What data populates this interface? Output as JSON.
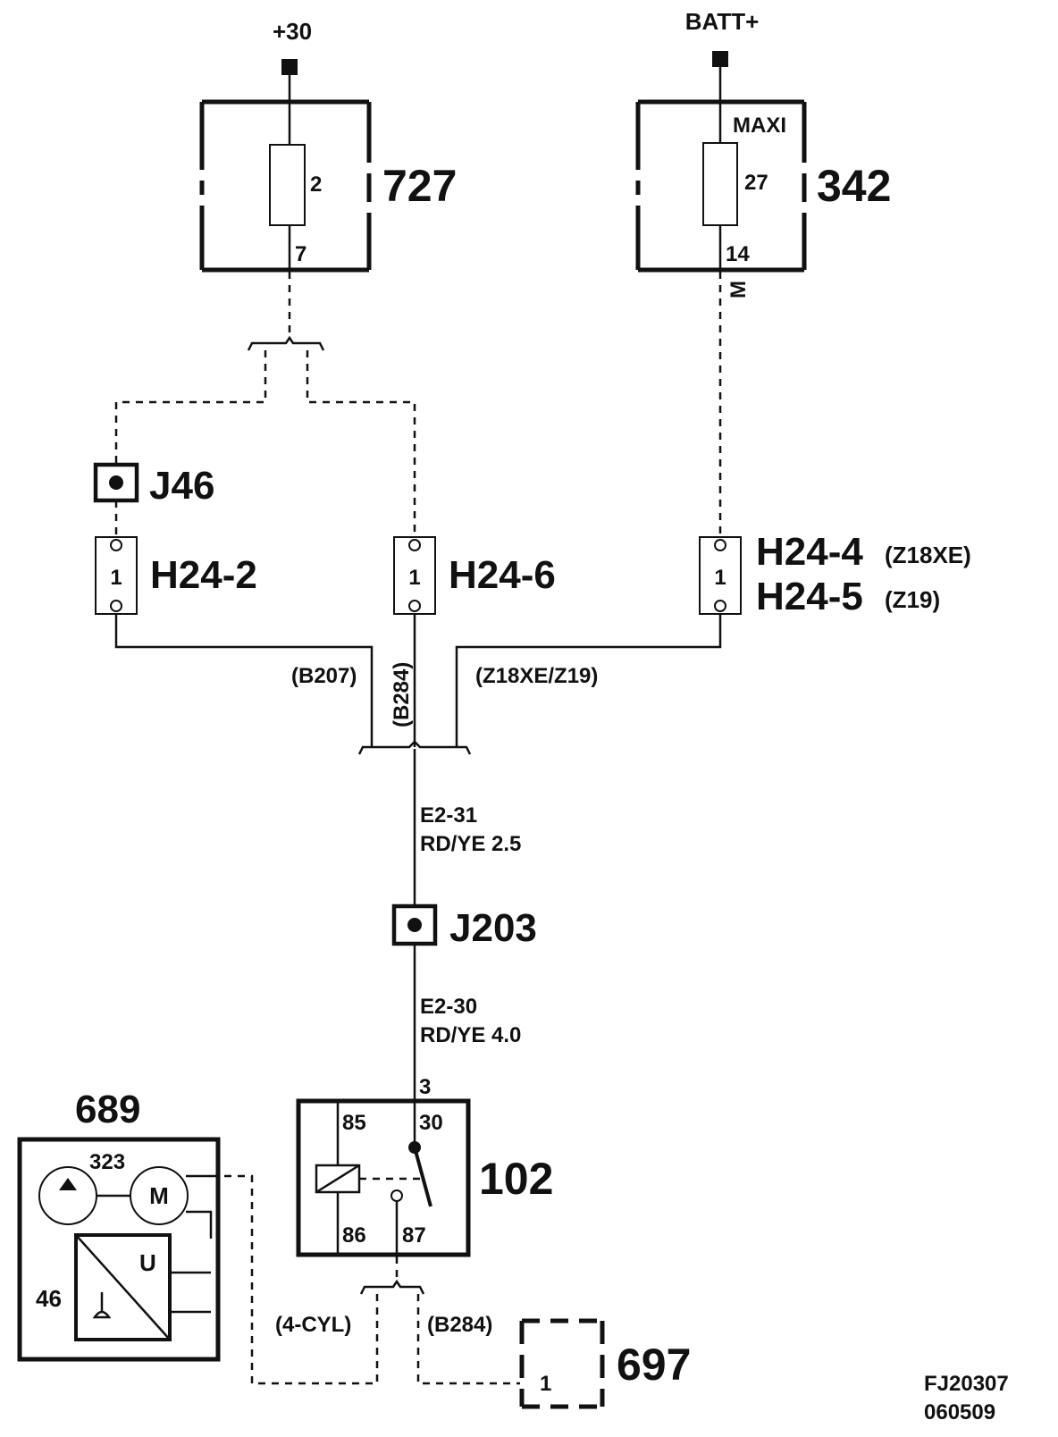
{
  "supplies": {
    "plus30": "+30",
    "batt": "BATT+"
  },
  "fuse_box_727": {
    "id": "727",
    "fuse": "2",
    "pin": "7"
  },
  "fuse_box_342": {
    "id": "342",
    "type": "MAXI",
    "fuse": "27",
    "pin": "14",
    "wire": "M"
  },
  "junctions": {
    "j46": "J46",
    "j203": "J203"
  },
  "connectors": {
    "h24_2": {
      "label": "H24-2",
      "pin": "1"
    },
    "h24_6": {
      "label": "H24-6",
      "pin": "1"
    },
    "h24_45": {
      "pin": "1",
      "label_a": "H24-4",
      "variant_a": "(Z18XE)",
      "label_b": "H24-5",
      "variant_b": "(Z19)"
    }
  },
  "branch_labels": {
    "b207": "(B207)",
    "b284": "(B284)",
    "z18": "(Z18XE/Z19)"
  },
  "wires": {
    "e2_31": {
      "id": "E2-31",
      "spec": "RD/YE  2.5"
    },
    "e2_30": {
      "id": "E2-30",
      "spec": "RD/YE 4.0"
    }
  },
  "relay_102": {
    "id": "102",
    "pin3": "3",
    "pin85": "85",
    "pin30": "30",
    "pin86": "86",
    "pin87": "87"
  },
  "pump_689": {
    "id": "689",
    "sub_pump": "323",
    "motor": "M",
    "sub_sensor": "46",
    "sensor_letter": "U"
  },
  "lower_branches": {
    "cyl4": "(4-CYL)",
    "b284": "(B284)"
  },
  "component_697": {
    "id": "697",
    "pin": "1"
  },
  "drawing_ref": {
    "code": "FJ20307",
    "date": "060509"
  }
}
